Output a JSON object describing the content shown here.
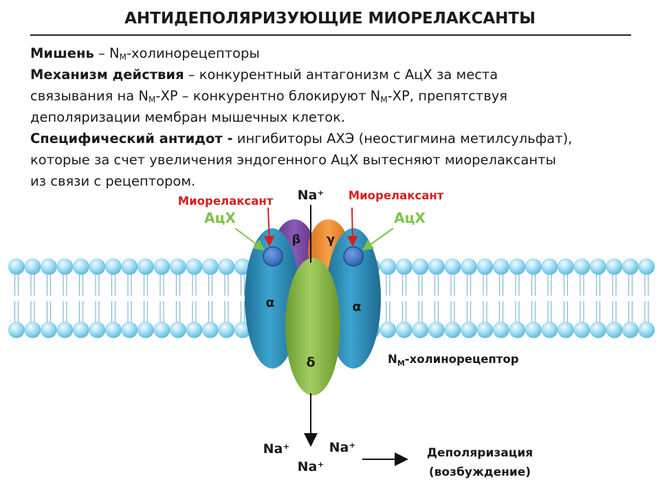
{
  "title": "АНТИДЕПОЛЯРИЗУЮЩИЕ МИОРЕЛАКСАНТЫ",
  "text": {
    "target_label": "Мишень",
    "target_sep": " – ",
    "target_n": "N",
    "target_sub": "M",
    "target_rest": "-холинорецепторы",
    "mech_label": "Механизм действия",
    "mech_line1": " – конкурентный антагонизм с АцХ за места",
    "mech_line2_a": "связывания на N",
    "mech_line2_sub1": "M",
    "mech_line2_b": "-ХР – конкурентно блокируют N",
    "mech_line2_sub2": "M",
    "mech_line2_c": "-ХР, препятствуя",
    "mech_line3": "деполяризации мембран мышечных клеток.",
    "antidote_label": "Специфический антидот -",
    "antidote_line1": "  ингибиторы АХЭ (неостигмина метилсульфат),",
    "antidote_line2": "которые за счет увеличения эндогенного АцХ вытесняют миорелаксанты",
    "antidote_line3": "из связи с рецептором."
  },
  "diagram": {
    "na_top": "Na⁺",
    "na_bottom_left": "Na⁺",
    "na_bottom_right": "Na⁺",
    "na_bottom_center": "Na⁺",
    "relaxant_left": "Миорелаксант",
    "relaxant_right": "Миорелаксант",
    "ach_left": "АцХ",
    "ach_right": "АцХ",
    "subunit_alpha_left": "α",
    "subunit_alpha_right": "α",
    "subunit_beta": "β",
    "subunit_gamma": "γ",
    "subunit_delta": "δ",
    "receptor_label_n": "N",
    "receptor_label_sub": "M",
    "receptor_label_rest": "-холинорецептор",
    "result_line1": "Деполяризация",
    "result_line2": "(возбуждение)"
  },
  "colors": {
    "relaxant_red": "#d42020",
    "ach_green": "#7cc24a",
    "alpha_blue": "#2a90ba",
    "beta_purple": "#7b4aa6",
    "gamma_orange": "#f08a2a",
    "delta_green": "#8ab84a",
    "membrane_sphere": "#8fd8f3"
  }
}
